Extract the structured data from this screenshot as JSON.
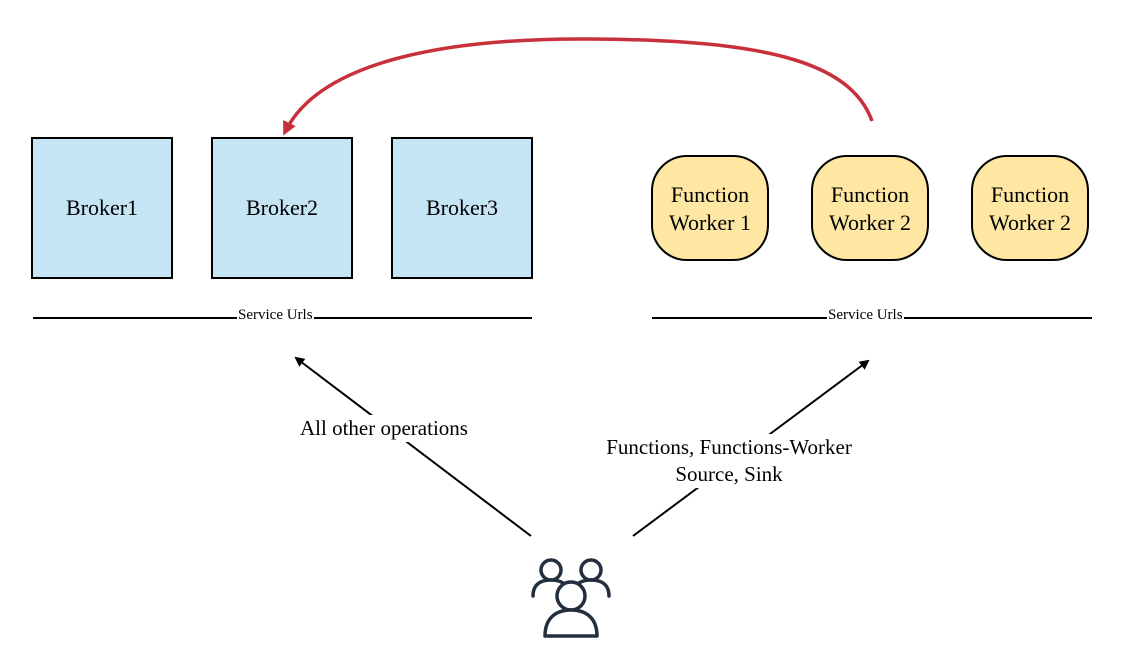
{
  "brokers": [
    {
      "label": "Broker1"
    },
    {
      "label": "Broker2"
    },
    {
      "label": "Broker3"
    }
  ],
  "workers": [
    {
      "line1": "Function",
      "line2": "Worker 1"
    },
    {
      "line1": "Function",
      "line2": "Worker 2"
    },
    {
      "line1": "Function",
      "line2": "Worker 2"
    }
  ],
  "service_urls": {
    "left_label": "Service Urls",
    "right_label": "Service Urls"
  },
  "arrows": {
    "left_label": "All other operations",
    "right_label_line1": "Functions, Functions-Worker",
    "right_label_line2": "Source, Sink"
  },
  "icons": {
    "users": "users-group-icon"
  },
  "colors": {
    "broker_fill": "#c5e4f4",
    "worker_fill": "#fde7a3",
    "redirect_arrow": "#c8303b",
    "users_icon": "#232f3e"
  }
}
